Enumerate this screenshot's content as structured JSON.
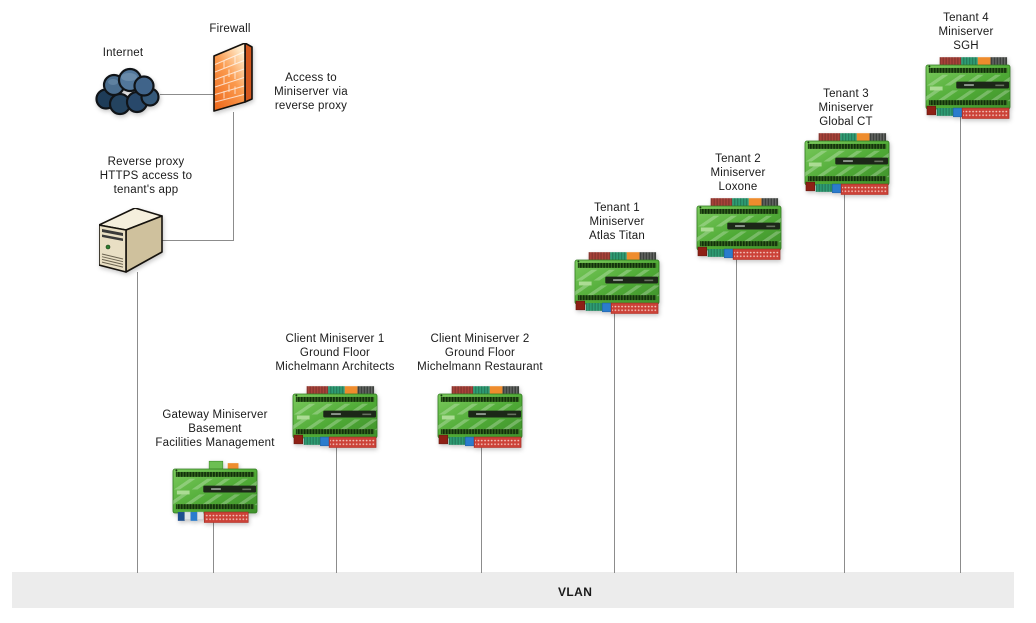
{
  "colors": {
    "miniserver_green": "#4aa332",
    "firewall_orange": "#ef7426",
    "cloud_blue": "#2e4f6e",
    "server_beige": "#e9dfc4",
    "vlan_bar_gray": "#ececec",
    "connector_line_gray": "#8c8c8c",
    "terminal_red": "#cc4238",
    "terminal_teal": "#2f9d74",
    "terminal_orange": "#ee8c2d",
    "terminal_blue": "#2b7ccd"
  },
  "nodes": [
    {
      "id": "internet",
      "lines": [
        "Internet"
      ]
    },
    {
      "id": "firewall",
      "lines": [
        "Firewall"
      ]
    },
    {
      "id": "reverse-proxy",
      "lines": [
        "Reverse proxy",
        "HTTPS access to",
        "tenant's app"
      ]
    },
    {
      "id": "gateway-miniserver",
      "lines": [
        "Gateway Miniserver",
        "Basement",
        "Facilities Management"
      ]
    },
    {
      "id": "client-miniserver-1",
      "lines": [
        "Client Miniserver 1",
        "Ground Floor",
        "Michelmann Architects"
      ]
    },
    {
      "id": "client-miniserver-2",
      "lines": [
        "Client Miniserver 2",
        "Ground Floor",
        "Michelmann Restaurant"
      ]
    },
    {
      "id": "tenant-1-miniserver",
      "lines": [
        "Tenant 1",
        "Miniserver",
        "Atlas Titan"
      ]
    },
    {
      "id": "tenant-2-miniserver",
      "lines": [
        "Tenant 2",
        "Miniserver",
        "Loxone"
      ]
    },
    {
      "id": "tenant-3-miniserver",
      "lines": [
        "Tenant 3",
        "Miniserver",
        "Global CT"
      ]
    },
    {
      "id": "tenant-4-miniserver",
      "lines": [
        "Tenant 4",
        "Miniserver",
        "SGH"
      ]
    }
  ],
  "notes": [
    {
      "id": "firewall-note",
      "lines": [
        "Access to",
        "Miniserver via",
        "reverse proxy"
      ]
    }
  ],
  "vlan": {
    "label": "VLAN"
  }
}
